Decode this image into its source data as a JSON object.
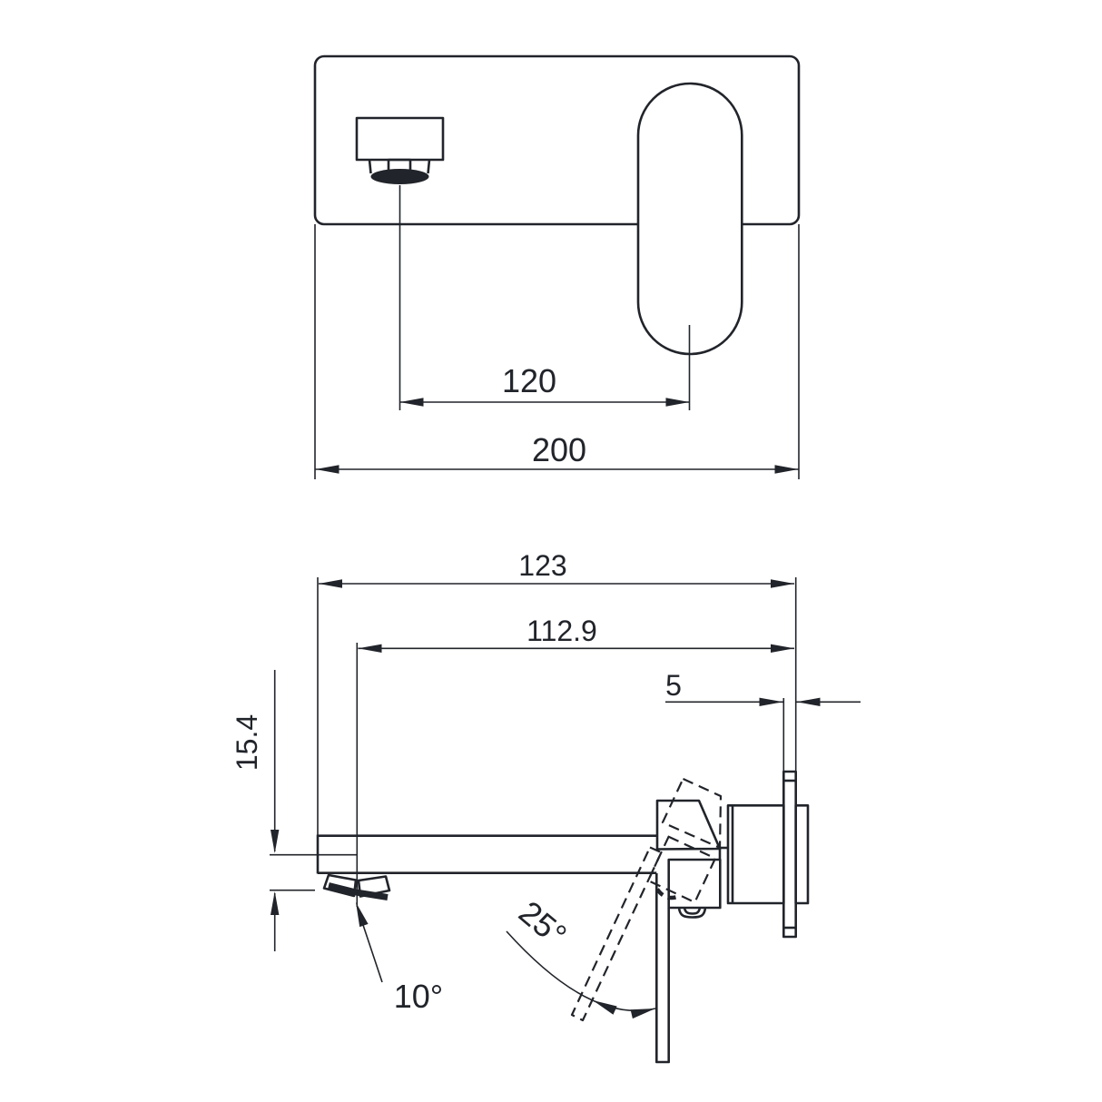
{
  "colors": {
    "ink": "#21242a",
    "background": "#ffffff"
  },
  "front_view": {
    "spout_to_handle": "120",
    "plate_width": "200"
  },
  "side_view": {
    "total_depth": "123",
    "spout_reach": "112.9",
    "plate_thickness": "5",
    "spout_height": "15.4",
    "spout_angle": "10°",
    "handle_swing": "25°"
  }
}
